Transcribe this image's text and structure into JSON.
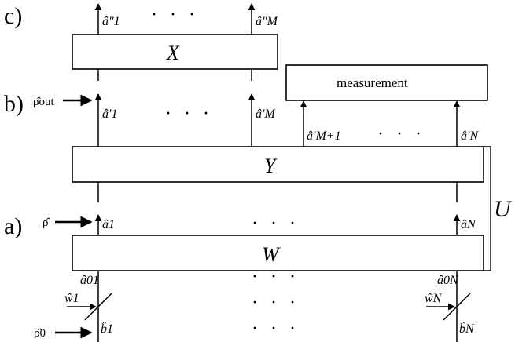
{
  "panels": {
    "a": "a)",
    "b": "b)",
    "c": "c)"
  },
  "boxes": {
    "x": "X",
    "y": "Y",
    "w": "W",
    "measurement": "measurement"
  },
  "unitary": "U",
  "modes": {
    "c_first": "â″1",
    "c_last": "â″M",
    "b_first": "â′1",
    "b_mid": "â′M",
    "b_next": "â′M+1",
    "b_last": "â′N",
    "a_first": "â1",
    "a_last": "âN",
    "in_first": "â01",
    "in_last": "â0N",
    "w_first": "ŵ1",
    "w_last": "ŵN",
    "b_in_first": "b̂1",
    "b_in_last": "b̂N"
  },
  "states": {
    "rho": "ρ̂",
    "rho_out": "ρ̂out",
    "rho_0": "ρ̂0"
  },
  "ellipsis": "· · ·"
}
